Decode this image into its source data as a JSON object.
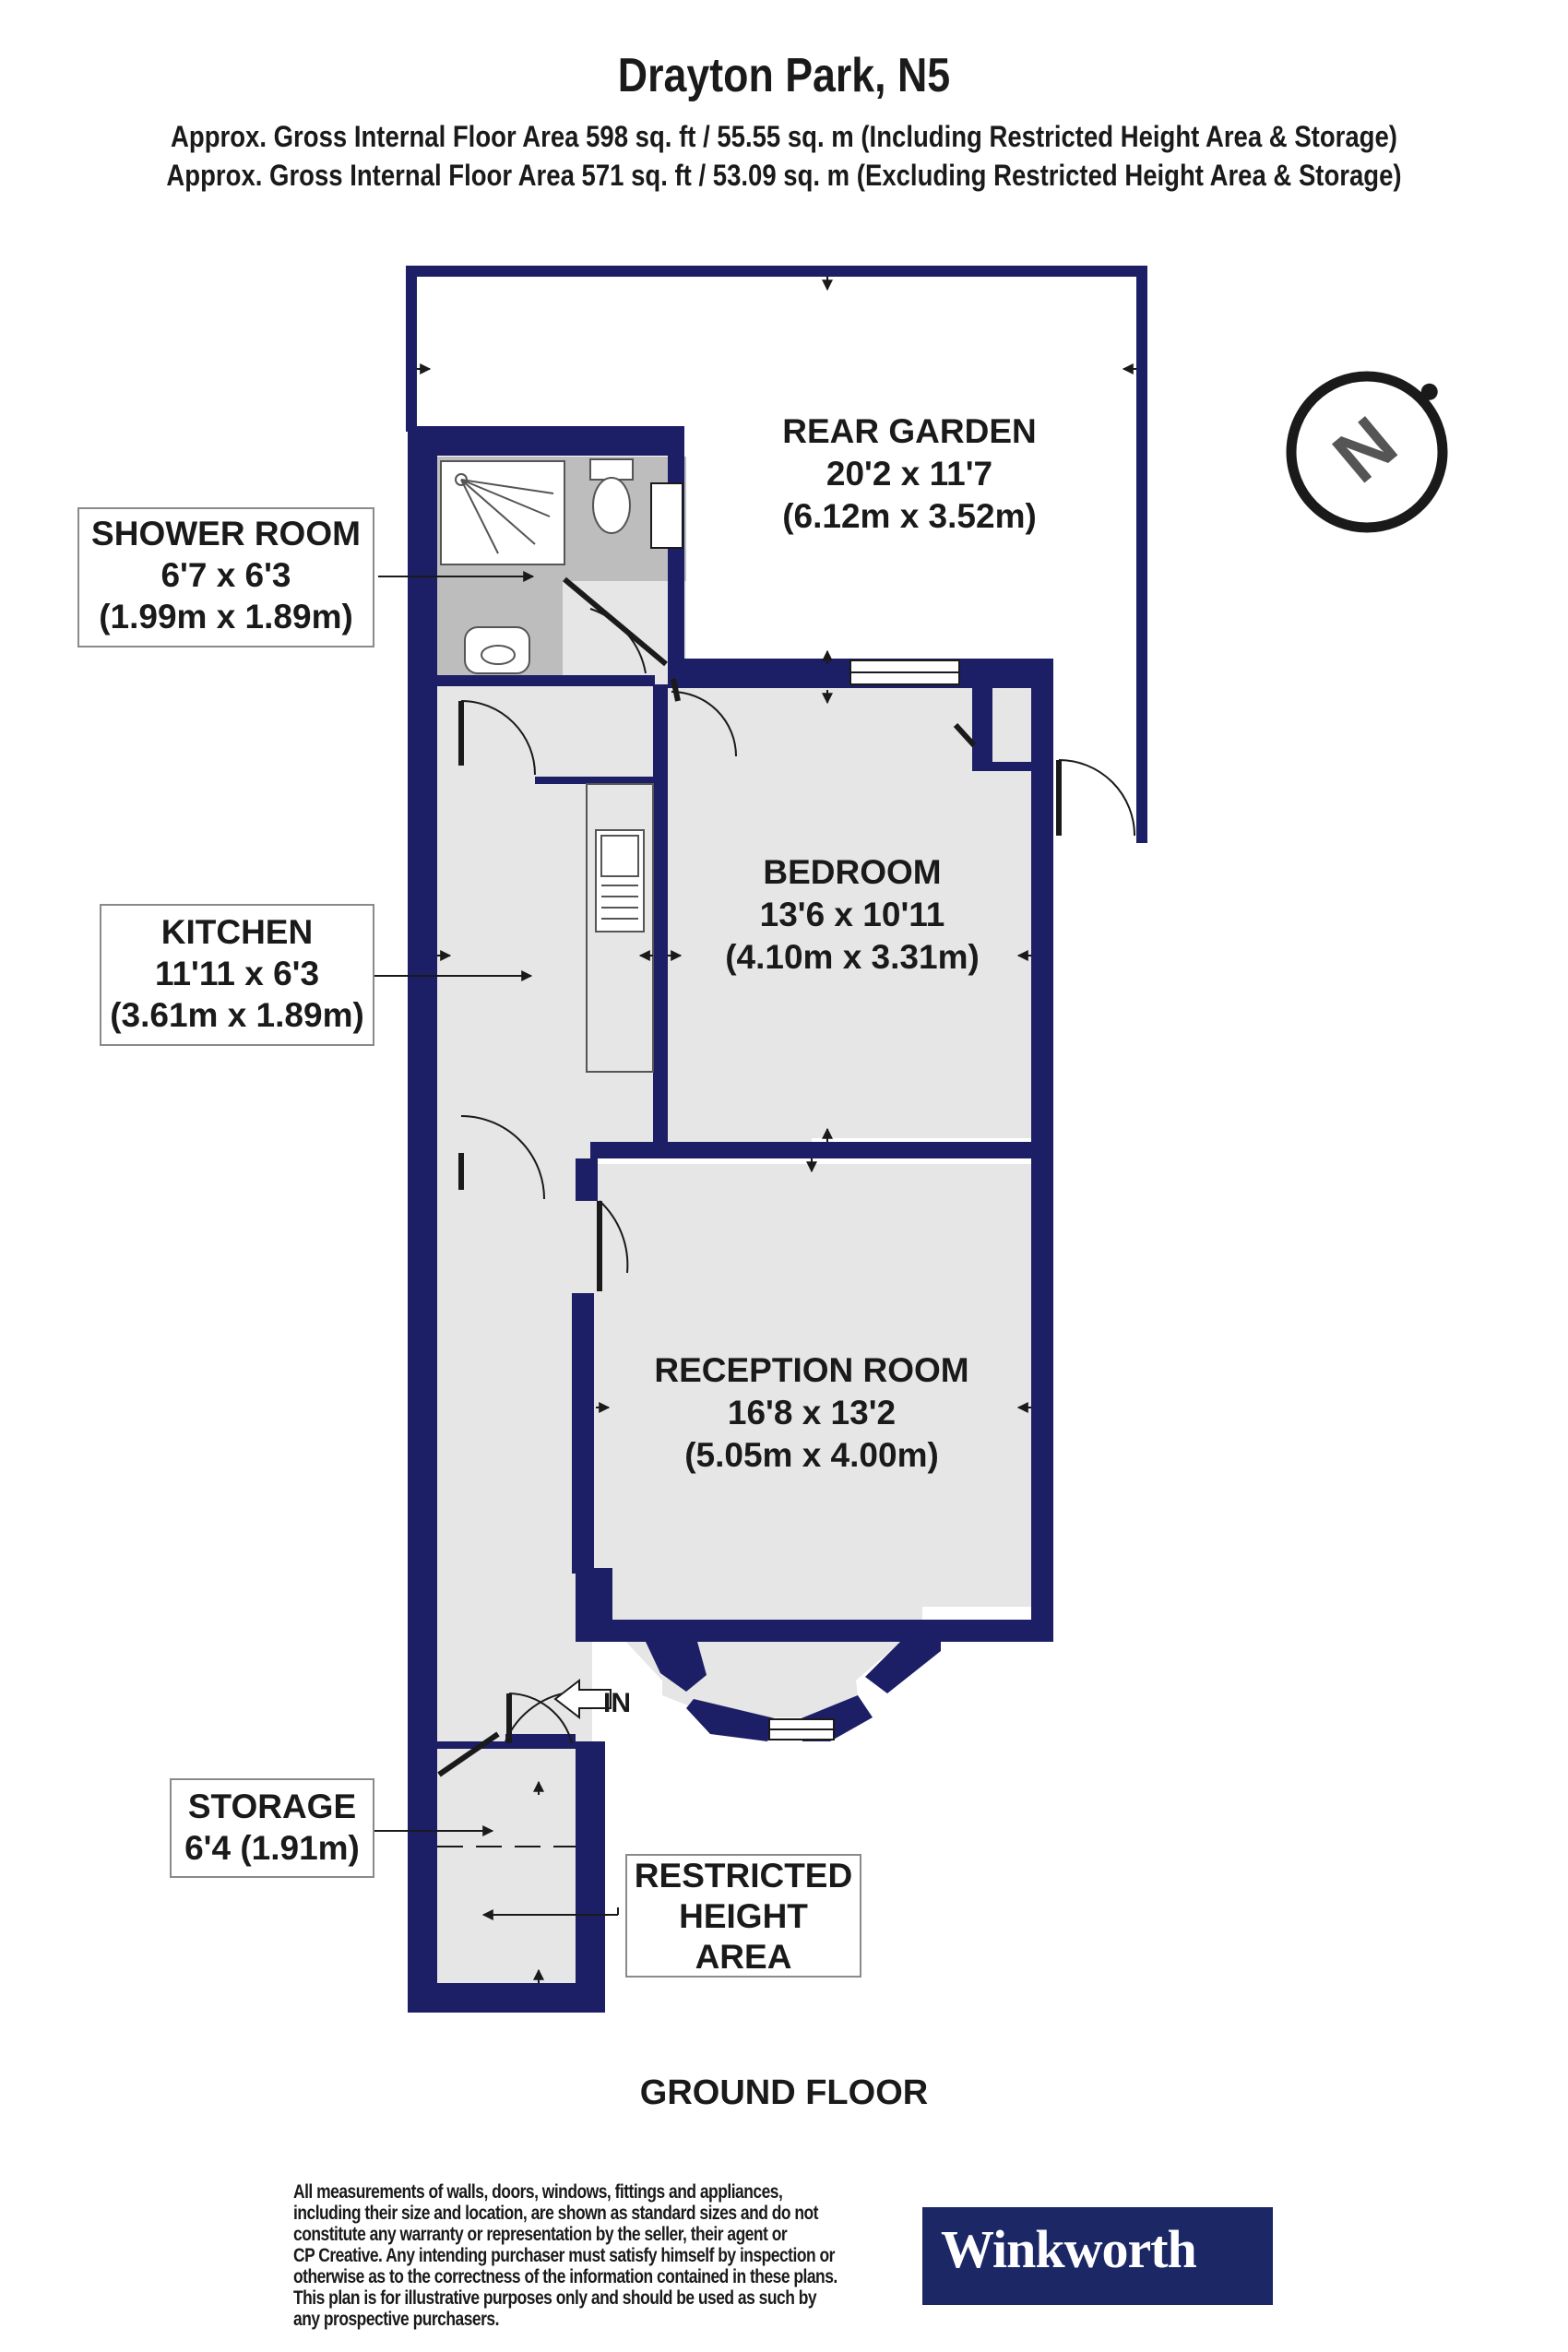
{
  "header": {
    "title": "Drayton Park, N5",
    "area_including": "Approx. Gross Internal Floor Area 598 sq. ft / 55.55 sq. m (Including Restricted Height Area & Storage)",
    "area_excluding": "Approx. Gross Internal Floor Area 571 sq. ft / 53.09 sq. m (Excluding Restricted Height Area & Storage)"
  },
  "rooms": {
    "rear_garden": {
      "name": "REAR GARDEN",
      "imperial": "20'2 x 11'7",
      "metric": "(6.12m x 3.52m)"
    },
    "shower_room": {
      "name": "SHOWER ROOM",
      "imperial": "6'7 x 6'3",
      "metric": "(1.99m x 1.89m)"
    },
    "kitchen": {
      "name": "KITCHEN",
      "imperial": "11'11 x 6'3",
      "metric": "(3.61m x 1.89m)"
    },
    "bedroom": {
      "name": "BEDROOM",
      "imperial": "13'6 x 10'11",
      "metric": "(4.10m x 3.31m)"
    },
    "reception_room": {
      "name": "RECEPTION ROOM",
      "imperial": "16'8 x 13'2",
      "metric": "(5.05m x 4.00m)"
    },
    "storage": {
      "name": "STORAGE",
      "size": "6'4  (1.91m)"
    },
    "restricted": {
      "line1": "RESTRICTED",
      "line2": "HEIGHT",
      "line3": "AREA"
    }
  },
  "entrance_label": "IN",
  "compass_letter": "N",
  "floor_label": "GROUND FLOOR",
  "disclaimer": [
    "All measurements of walls, doors, windows, fittings and appliances,",
    "including their size and location, are shown as standard sizes and do not",
    "constitute any warranty or representation by the seller, their agent or",
    "CP Creative. Any intending purchaser must satisfy himself by inspection or",
    "otherwise as to the correctness of the information contained in these plans.",
    "This plan is for illustrative purposes only and should be used as such by",
    "any prospective purchasers."
  ],
  "brand": "Winkworth",
  "colors": {
    "wall": "#1c1f66",
    "floor": "#e6e6e6",
    "shower_floor": "#bdbdbd",
    "brand_bg": "#1c2766"
  }
}
